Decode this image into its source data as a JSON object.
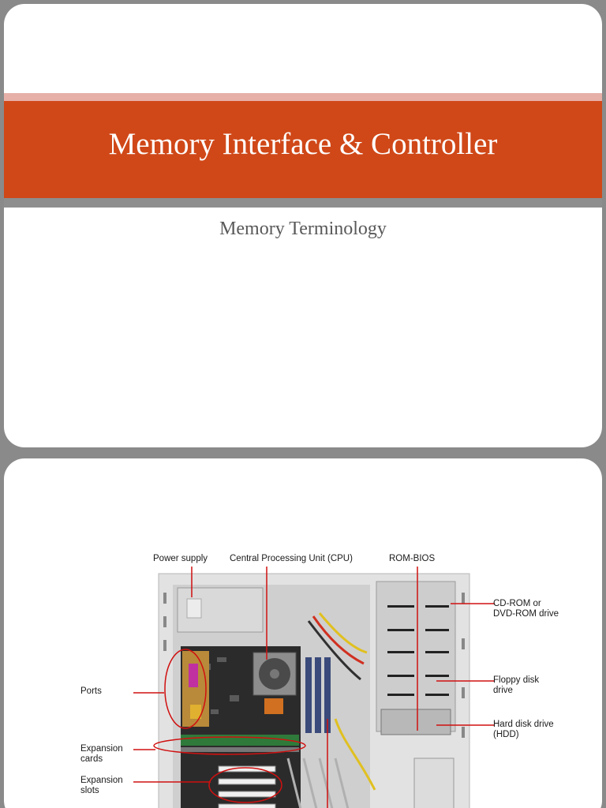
{
  "slide1": {
    "title": "Memory Interface & Controller",
    "subtitle": "Memory Terminology"
  },
  "slide2": {
    "labels": {
      "power_supply": "Power supply",
      "cpu": "Central Processing Unit (CPU)",
      "rom_bios": "ROM-BIOS",
      "cdrom_line1": "CD-ROM or",
      "cdrom_line2": "DVD-ROM drive",
      "floppy_line1": "Floppy disk",
      "floppy_line2": "drive",
      "hdd_line1": "Hard disk drive",
      "hdd_line2": "(HDD)",
      "ports": "Ports",
      "exp_cards_line1": "Expansion",
      "exp_cards_line2": "cards",
      "exp_slots_line1": "Expansion",
      "exp_slots_line2": "slots"
    },
    "colors": {
      "leader_line": "#d01010",
      "case": "#d8d8d8",
      "board": "#2a2a2a"
    }
  }
}
